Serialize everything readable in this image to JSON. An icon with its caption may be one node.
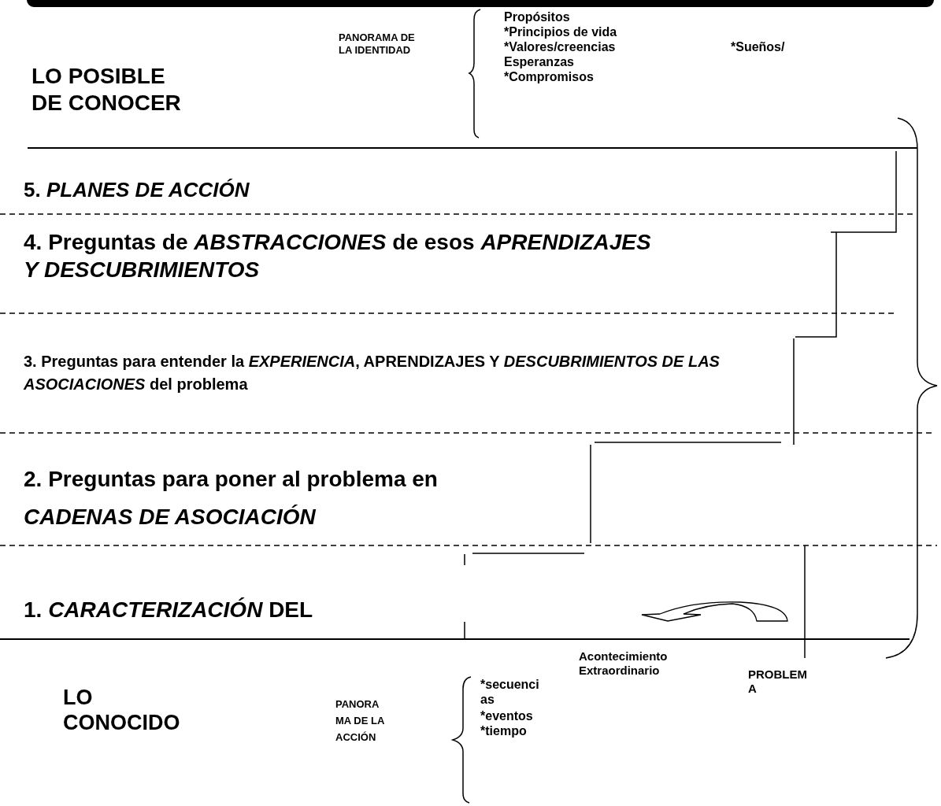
{
  "diagram": {
    "labels": [
      "LO POSIBLE DE CONOCER",
      "PANORAMA DE LA IDENTIDAD",
      "Propósitos",
      "*Principios de vida",
      "*Valores/creencias",
      "*Sueños/",
      "Esperanzas",
      "*Compromisos",
      "5. *PLANES DE ACCIÓN*",
      "4. Preguntas de *ABSTRACCIONES* de esos *APRENDIZAJES Y DESCUBRIMIENTOS*",
      "3. Preguntas para entender la *EXPERIENCIA*, APRENDIZAJES Y *DESCUBRIMIENTOS DE LAS ASOCIACIONES* del problema",
      "2. Preguntas para poner al problema en *CADENAS DE ASOCIACIÓN*",
      "1. *CARACTERIZACIÓN* DEL",
      "Acontecimiento Extraordinario",
      "PROBLEMA",
      "LO CONOCIDO",
      "PANORAMA DE LA ACCIÓN",
      "*secuencias",
      "*eventos",
      "*tiempo"
    ]
  }
}
